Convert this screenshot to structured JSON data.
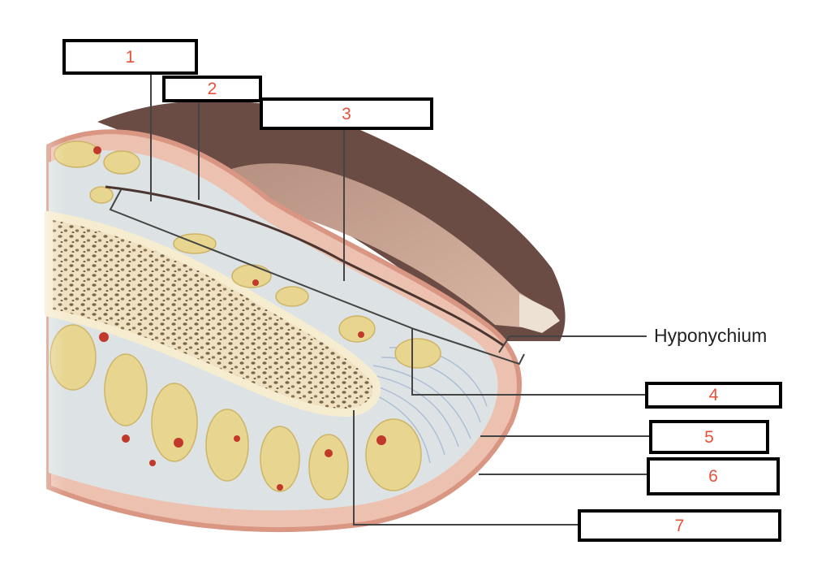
{
  "colors": {
    "label_number": "#e8503a",
    "label_border": "#000000",
    "skin": "#ecc1b0",
    "skin_dark": "#d99683",
    "nail_plate": "#c39a86",
    "nail_bed": "#6a4e48",
    "bone": "#f3ead0",
    "fat": "#e8d590",
    "connective": "#d9e0e3"
  },
  "callouts": [
    {
      "id": "1",
      "number": "1"
    },
    {
      "id": "2",
      "number": "2"
    },
    {
      "id": "3",
      "number": "3"
    },
    {
      "id": "4",
      "number": "4"
    },
    {
      "id": "5",
      "number": "5"
    },
    {
      "id": "6",
      "number": "6"
    },
    {
      "id": "7",
      "number": "7"
    }
  ],
  "printed_labels": {
    "hyponychium": "Hyponychium"
  }
}
